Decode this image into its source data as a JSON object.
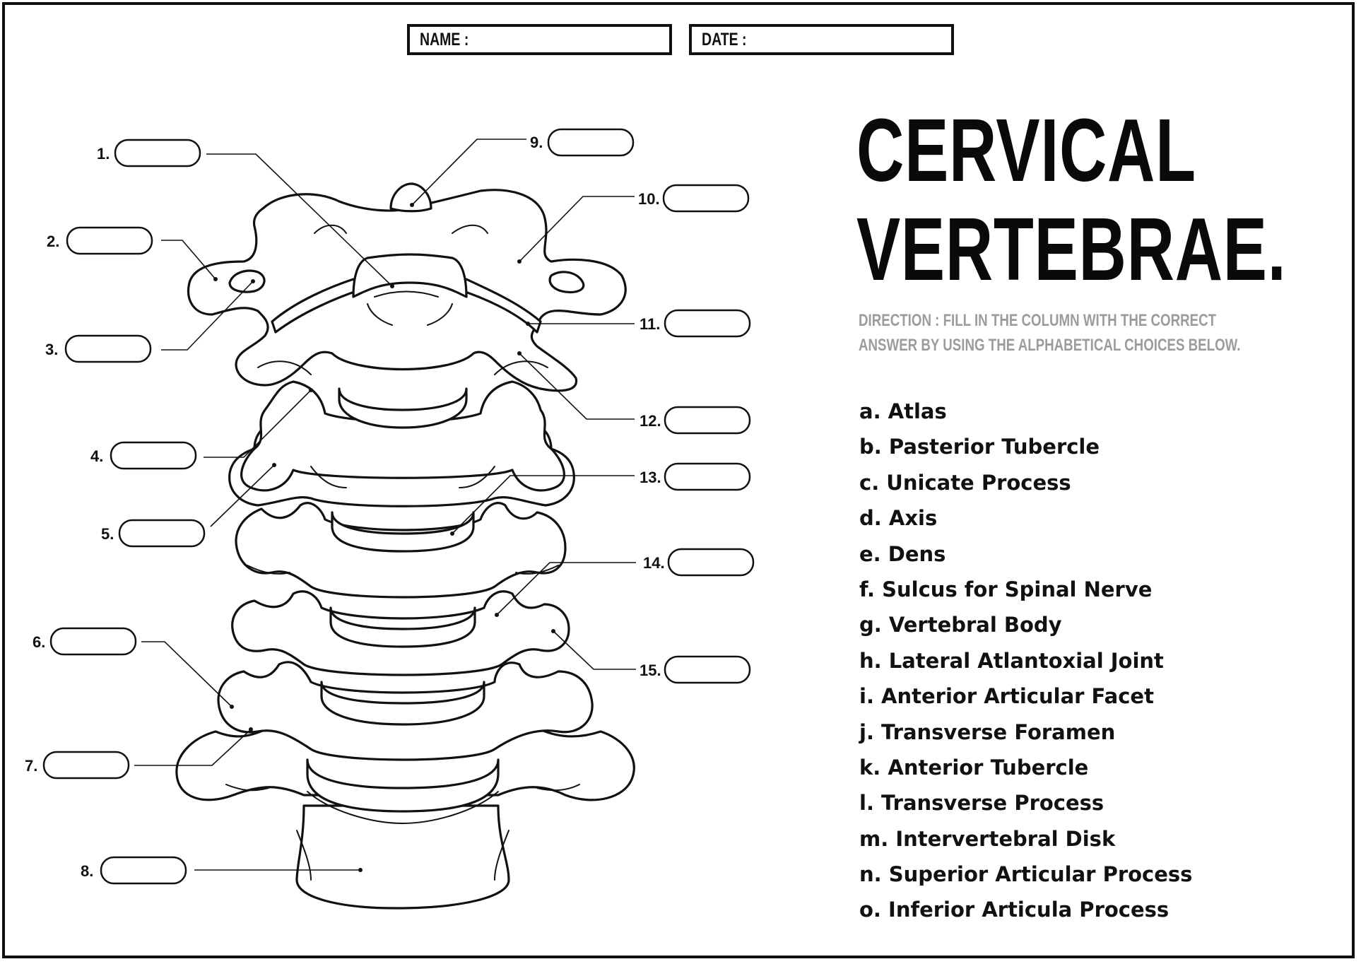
{
  "header": {
    "name_label": "NAME :",
    "date_label": "DATE :"
  },
  "title": {
    "line1": "CERVICAL",
    "line2": "VERTEBRAE."
  },
  "direction": "DIRECTION : FILL IN THE COLUMN WITH THE CORRECT ANSWER BY USING THE ALPHABETICAL CHOICES BELOW.",
  "choices": [
    "a. Atlas",
    "b. Pasterior Tubercle",
    "c. Unicate Process",
    "d. Axis",
    "e. Dens",
    "f. Sulcus for Spinal Nerve",
    "g. Vertebral Body",
    "h. Lateral Atlantoxial Joint",
    "i. Anterior Articular Facet",
    "j. Transverse Foramen",
    "k. Anterior Tubercle",
    "l. Transverse Process",
    "m. Intervertebral  Disk",
    "n. Superior Articular Process",
    "o. Inferior Articula Process"
  ],
  "labels": [
    "1.",
    "2.",
    "3.",
    "4.",
    "5.",
    "6.",
    "7.",
    "8.",
    "9.",
    "10.",
    "11.",
    "12.",
    "13.",
    "14.",
    "15."
  ],
  "colors": {
    "ink": "#111111",
    "direction_text": "#9c9c9c",
    "background": "#ffffff"
  }
}
